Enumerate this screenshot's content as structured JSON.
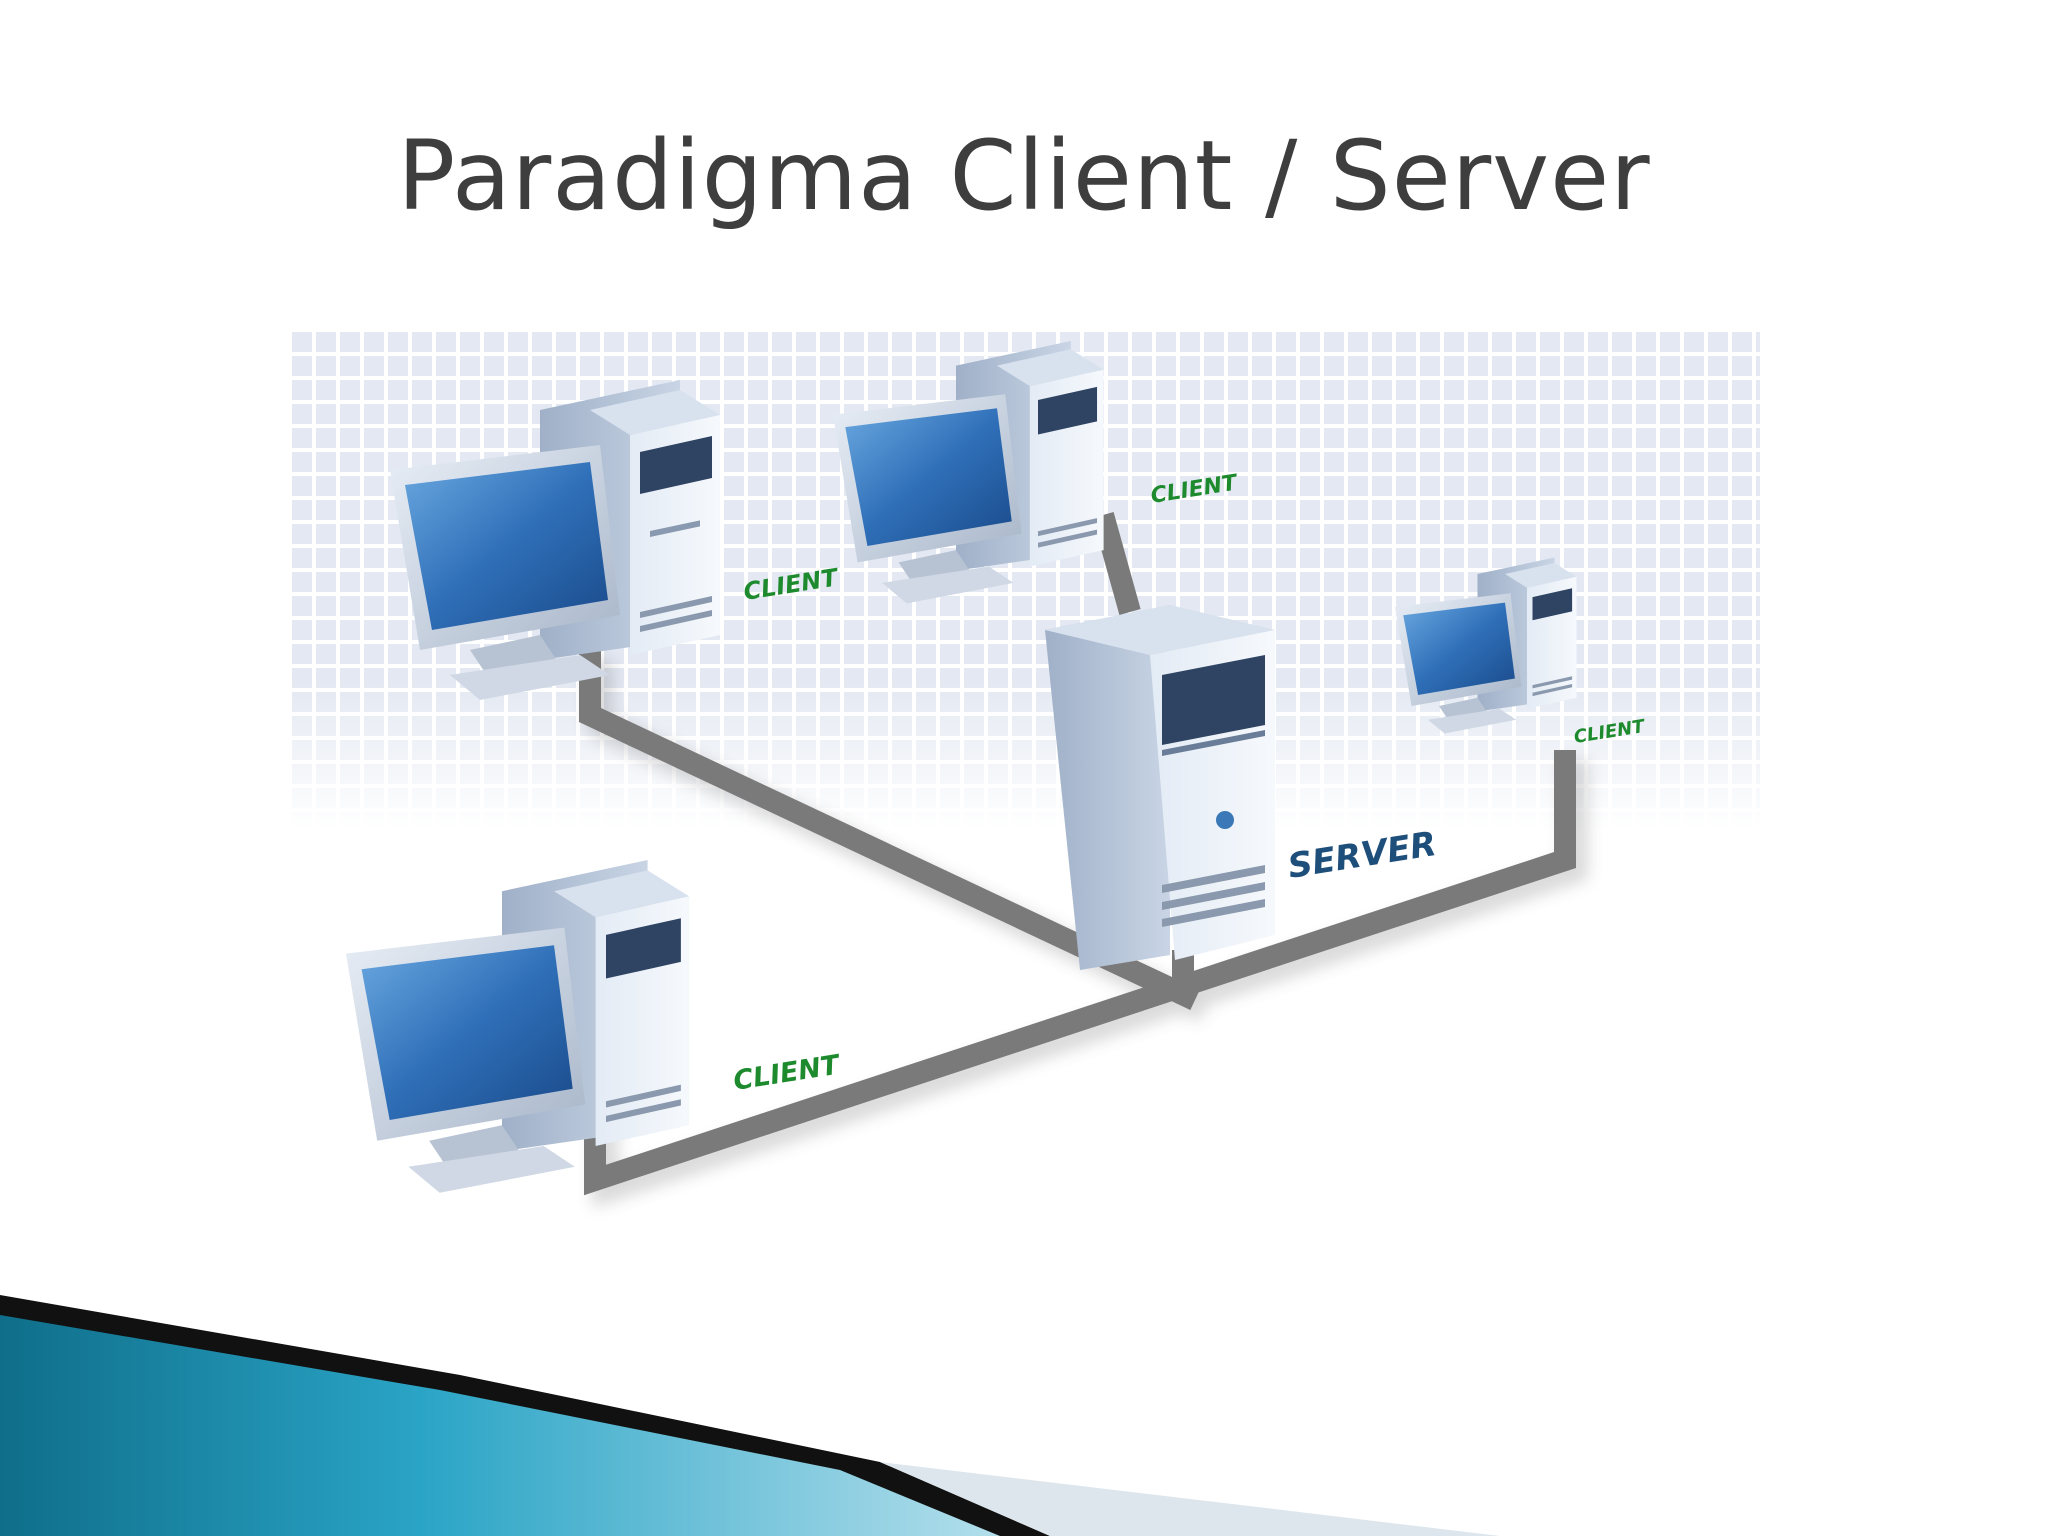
{
  "slide": {
    "title": "Paradigma Client / Server"
  },
  "diagram": {
    "nodes": [
      {
        "id": "client-top-left",
        "label": "CLIENT",
        "icon": "desktop-computer-icon"
      },
      {
        "id": "client-top-middle",
        "label": "CLIENT",
        "icon": "desktop-computer-icon"
      },
      {
        "id": "client-right",
        "label": "CLIENT",
        "icon": "desktop-computer-icon"
      },
      {
        "id": "client-bottom-left",
        "label": "CLIENT",
        "icon": "desktop-computer-icon"
      },
      {
        "id": "server",
        "label": "SERVER",
        "icon": "server-tower-icon"
      }
    ],
    "colors": {
      "client_label": "#1e8a2e",
      "server_label": "#1d4f7a",
      "cable": "#7a7a7a",
      "accent_teal": "#1f8fb0"
    }
  }
}
